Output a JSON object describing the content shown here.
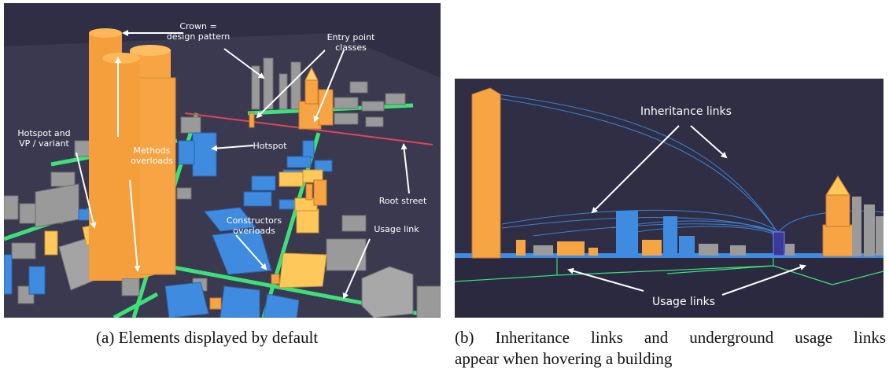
{
  "figure_a": {
    "annotations": {
      "crown_line1": "Crown =",
      "crown_line2": "design pattern",
      "entry_line1": "Entry point",
      "entry_line2": "classes",
      "hotspot_vp_line1": "Hotspot and",
      "hotspot_vp_line2": "VP / variant",
      "methods_line1": "Methods",
      "methods_line2": "overloads",
      "hotspot": "Hotspot",
      "root_street": "Root street",
      "constructors_line1": "Constructors",
      "constructors_line2": "overloads",
      "usage_link": "Usage link"
    },
    "caption": "(a) Elements displayed by default"
  },
  "figure_b": {
    "annotations": {
      "inheritance_links": "Inheritance links",
      "usage_links": "Usage links"
    },
    "caption_line1": "(b) Inheritance links and underground usage links",
    "caption_line2": "appear when hovering a building"
  },
  "colors": {
    "background": "#2f2e45",
    "ground": "#3a3950",
    "class_orange": "#f7a544",
    "interface_blue": "#3f8be0",
    "abstract_light": "#ffc85a",
    "street_green": "#3ee07a",
    "root_street_red": "#e0455a",
    "gray_building": "#9a9a9a"
  }
}
